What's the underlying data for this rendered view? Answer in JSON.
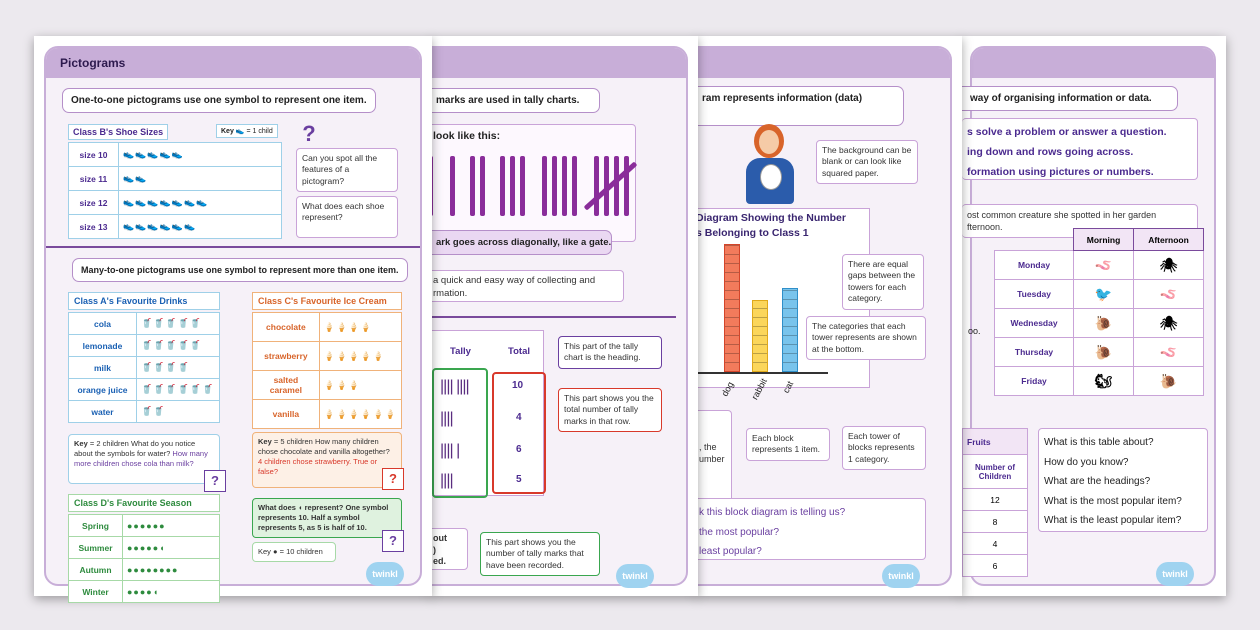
{
  "p1": {
    "title": "Pictograms",
    "intro": "One-to-one pictograms use one symbol to represent one item.",
    "shoe_title": "Class B's Shoe Sizes",
    "shoe_key": "Key",
    "shoe_key_val": "= 1 child",
    "shoe_rows": [
      {
        "label": "size 10",
        "icons": "👟👟👟👟👟"
      },
      {
        "label": "size 11",
        "icons": "👟👟"
      },
      {
        "label": "size 12",
        "icons": "👟👟👟👟👟👟👟"
      },
      {
        "label": "size 13",
        "icons": "👟👟👟👟👟👟"
      }
    ],
    "q_symbol": "?",
    "q1": "Can you spot all the features of a pictogram?",
    "q2": "What does each shoe represent?",
    "many": "Many-to-one pictograms use one symbol to represent more than one item.",
    "drinks_title": "Class A's Favourite Drinks",
    "drinks": [
      {
        "label": "cola",
        "icons": "🥤🥤🥤🥤🥤"
      },
      {
        "label": "lemonade",
        "icons": "🥤🥤🥤🥤🥤"
      },
      {
        "label": "milk",
        "icons": "🥤🥤🥤🥤"
      },
      {
        "label": "orange juice",
        "icons": "🥤🥤🥤🥤🥤🥤"
      },
      {
        "label": "water",
        "icons": "🥤🥤"
      }
    ],
    "drinks_key": "Key",
    "drinks_key_val": "= 2 children",
    "drinks_q": "What do you notice about the symbols for water?",
    "drinks_q2": "How many more children chose cola than milk?",
    "ice_title": "Class C's Favourite Ice Cream",
    "ice": [
      {
        "label": "chocolate",
        "icons": "🍦🍦🍦🍦"
      },
      {
        "label": "strawberry",
        "icons": "🍦🍦🍦🍦🍦"
      },
      {
        "label": "salted caramel",
        "icons": "🍦🍦🍦"
      },
      {
        "label": "vanilla",
        "icons": "🍦🍦🍦🍦🍦🍦"
      }
    ],
    "ice_key": "Key",
    "ice_key_val": "= 5 children",
    "ice_q": "How many children chose chocolate and vanilla altogether?",
    "ice_a": "4 children chose strawberry. True or false?",
    "season_title": "Class D's Favourite Season",
    "seasons": [
      {
        "label": "Spring",
        "icons": "●●●●●●"
      },
      {
        "label": "Summer",
        "icons": "●●●●●◖"
      },
      {
        "label": "Autumn",
        "icons": "●●●●●●●●"
      },
      {
        "label": "Winter",
        "icons": "●●●●◖"
      }
    ],
    "half_note": "What does ◖ represent? One symbol represents 10. Half a symbol represents 5, as 5 is half of 10.",
    "season_key": "Key ● = 10 children",
    "logo": "twinkl"
  },
  "p2": {
    "intro": "marks are used in tally charts.",
    "look": "look like this:",
    "gate_note": "ark goes across diagonally, like a gate.",
    "quick": "a quick and easy way of collecting and rmation.",
    "h_tally": "Tally",
    "h_total": "Total",
    "totals": [
      "10",
      "4",
      "6",
      "5"
    ],
    "note_heading": "This part of the tally chart is the heading.",
    "note_total": "This part shows you the total number of tally marks in that row.",
    "note_marks": "This part shows you the number of tally marks that have been recorded.",
    "cut1": "out",
    "cut2": ")",
    "cut3": "ed.",
    "logo": "twinkl"
  },
  "p3": {
    "intro": "ram represents information (data)",
    "bg_note": "The background can be blank or can look like squared paper.",
    "diag_title1": "Diagram Showing the Number",
    "diag_title2": "s Belonging to Class 1",
    "gaps_note": "There are equal gaps between the towers for each category.",
    "cat_note": "The categories that each tower represents are shown at the bottom.",
    "cats": [
      "dog",
      "rabbit",
      "cat"
    ],
    "block_note": "Each block represents 1 item.",
    "tower_note": "Each tower of blocks represents 1 category.",
    "cut_a": ", the",
    "cut_b": "umber",
    "q1": "k this block diagram is telling us?",
    "q2": "the most popular?",
    "q3": "least popular?",
    "logo": "twinkl"
  },
  "p4": {
    "intro": "way of organising information or data.",
    "l1": "s solve a problem or answer a question.",
    "l2": "ing down and rows going across.",
    "l3": "formation using pictures or numbers.",
    "creature": "ost common creature she spotted in her garden fternoon.",
    "h_morning": "Morning",
    "h_afternoon": "Afternoon",
    "days": [
      "Monday",
      "Tuesday",
      "Wednesday",
      "Thursday",
      "Friday"
    ],
    "cells": [
      [
        "🪱",
        "🕷"
      ],
      [
        "🐦",
        "🪱"
      ],
      [
        "🐌",
        "🕷"
      ],
      [
        "🐌",
        "🪱"
      ],
      [
        "🐿",
        "🐌"
      ]
    ],
    "cut_oo": "oo.",
    "fruits_title": "Fruits",
    "fruits_head": "Number of Children",
    "fruits_vals": [
      "12",
      "8",
      "4",
      "6"
    ],
    "qs": [
      "What is this table about?",
      "How do you know?",
      "What are the headings?",
      "What is the most popular item?",
      "What is the least popular item?"
    ],
    "logo": "twinkl"
  }
}
